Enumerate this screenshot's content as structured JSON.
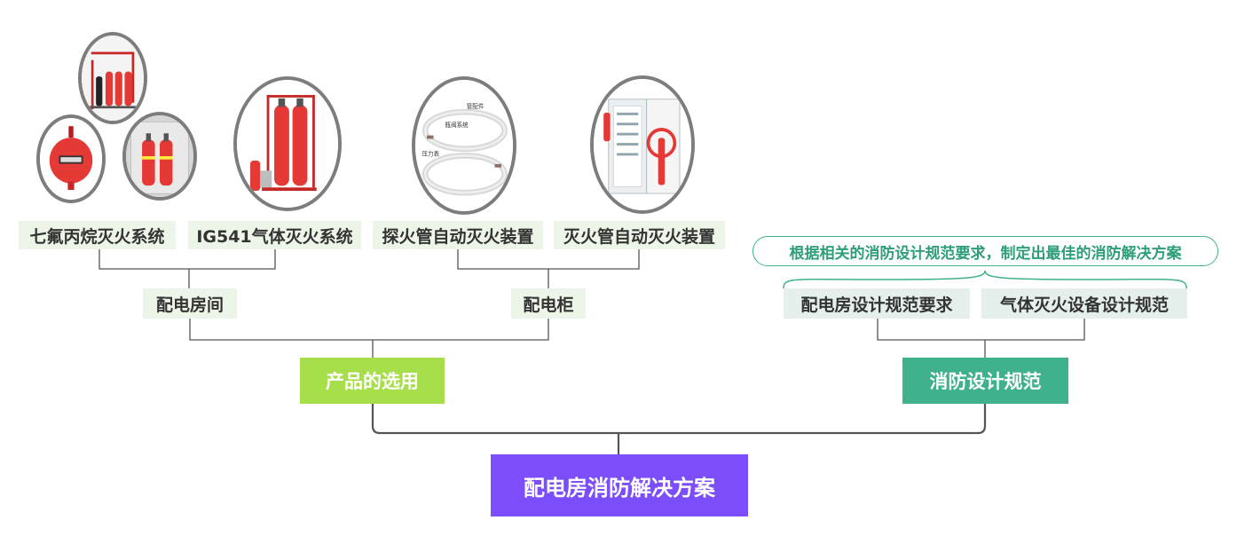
{
  "root": {
    "label": "配电房消防解决方案"
  },
  "branches": {
    "product": {
      "label": "产品的选用"
    },
    "standard": {
      "label": "消防设计规范"
    }
  },
  "groups": {
    "room": {
      "label": "配电房间"
    },
    "cabinet": {
      "label": "配电柜"
    }
  },
  "leaves": {
    "hfc": {
      "label": "七氟丙烷灭火系统"
    },
    "ig541": {
      "label": "IG541气体灭火系统"
    },
    "tube_probe": {
      "label": "探火管自动灭火装置"
    },
    "tube_fire": {
      "label": "灭火管自动灭火装置"
    },
    "room_std": {
      "label": "配电房设计规范要求"
    },
    "gas_std": {
      "label": "气体灭火设备设计规范"
    }
  },
  "note": {
    "label": "根据相关的消防设计规范要求，制定出最佳的消防解决方案"
  },
  "image_labels": {
    "fitting": "管配件",
    "valve_system": "瓶阀系统",
    "pressure_gauge": "压力表"
  },
  "colors": {
    "root": "#7c4dfa",
    "branch_product": "#a7df4c",
    "branch_standard": "#3fb18d",
    "connector": "#555555"
  }
}
